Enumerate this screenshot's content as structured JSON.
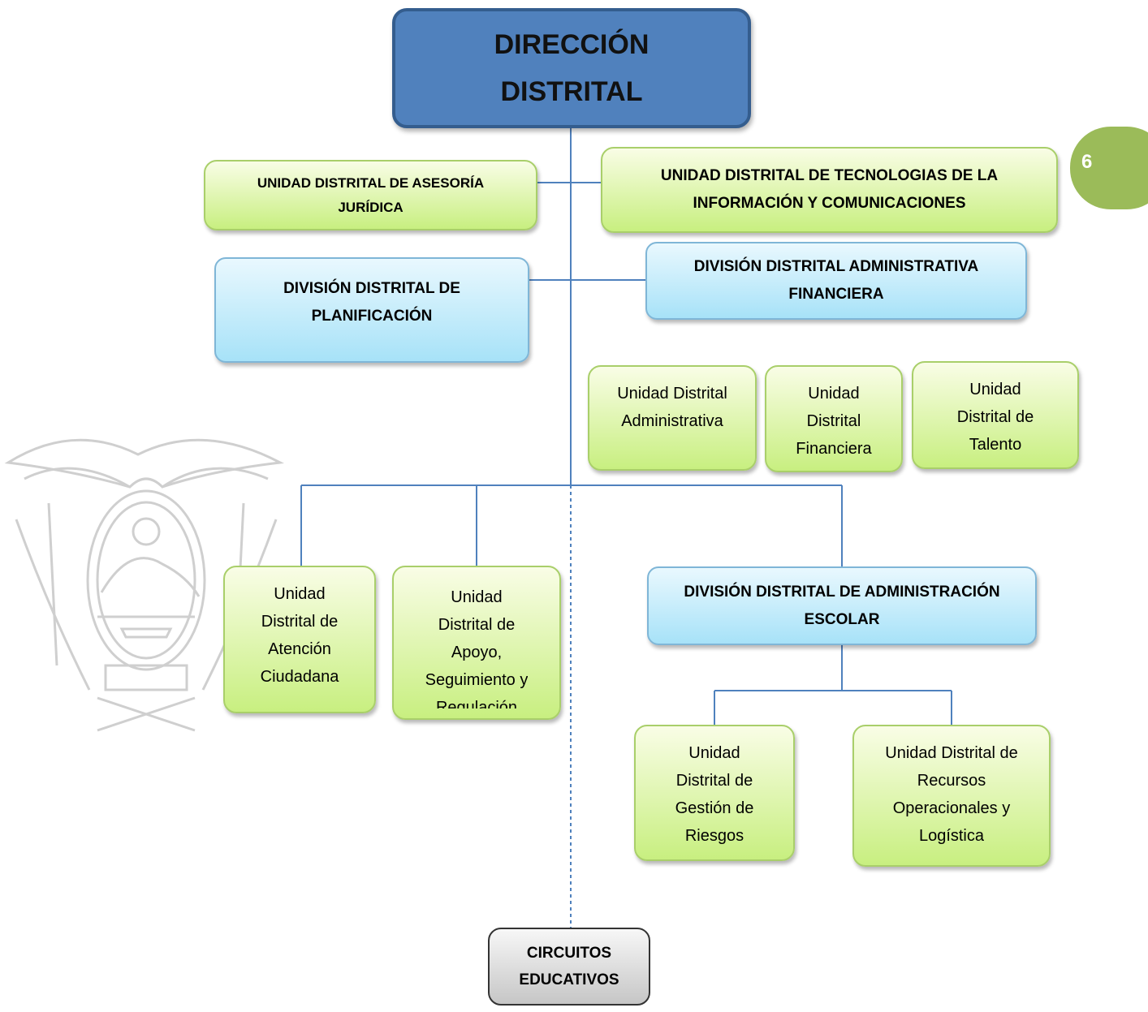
{
  "page_number": "6",
  "top": {
    "line1": "DIRECCIÓN",
    "line2": "DISTRITAL"
  },
  "asesoria": {
    "line1": "UNIDAD DISTRITAL DE ASESORÍA",
    "line2": "JURÍDICA"
  },
  "tecnologias": {
    "line1": "UNIDAD DISTRITAL DE TECNOLOGIAS DE LA",
    "line2": "INFORMACIÓN Y COMUNICACIONES"
  },
  "planificacion": {
    "line1": "DIVISIÓN DISTRITAL DE",
    "line2": "PLANIFICACIÓN"
  },
  "administrativa_financiera": {
    "line1": "DIVISIÓN DISTRITAL ADMINISTRATIVA",
    "line2": "FINANCIERA"
  },
  "u_administrativa": {
    "line1": "Unidad Distrital",
    "line2": "Administrativa"
  },
  "u_financiera": {
    "line1": "Unidad",
    "line2": "Distrital",
    "line3": "Financiera"
  },
  "u_talento": {
    "line1": "Unidad",
    "line2": "Distrital de",
    "line3": "Talento"
  },
  "u_atencion": {
    "line1": "Unidad",
    "line2": "Distrital de",
    "line3": "Atención",
    "line4": "Ciudadana"
  },
  "u_apoyo": {
    "line1": "Unidad",
    "line2": "Distrital de",
    "line3": "Apoyo,",
    "line4": "Seguimiento y",
    "line5": "Regulación"
  },
  "administracion_escolar": {
    "line1": "DIVISIÓN DISTRITAL DE ADMINISTRACIÓN",
    "line2": "ESCOLAR"
  },
  "u_riesgos": {
    "line1": "Unidad",
    "line2": "Distrital de",
    "line3": "Gestión de",
    "line4": "Riesgos"
  },
  "u_recursos": {
    "line1": "Unidad Distrital de",
    "line2": "Recursos",
    "line3": "Operacionales y",
    "line4": "Logística"
  },
  "circuitos": {
    "line1": "CIRCUITOS",
    "line2": "EDUCATIVOS"
  },
  "colors": {
    "top_fill": "#5081bd",
    "green_fill": "#c8ef80",
    "blue_fill": "#a7e2f8",
    "connector": "#4f81bd",
    "page_badge": "#9bbb59"
  }
}
